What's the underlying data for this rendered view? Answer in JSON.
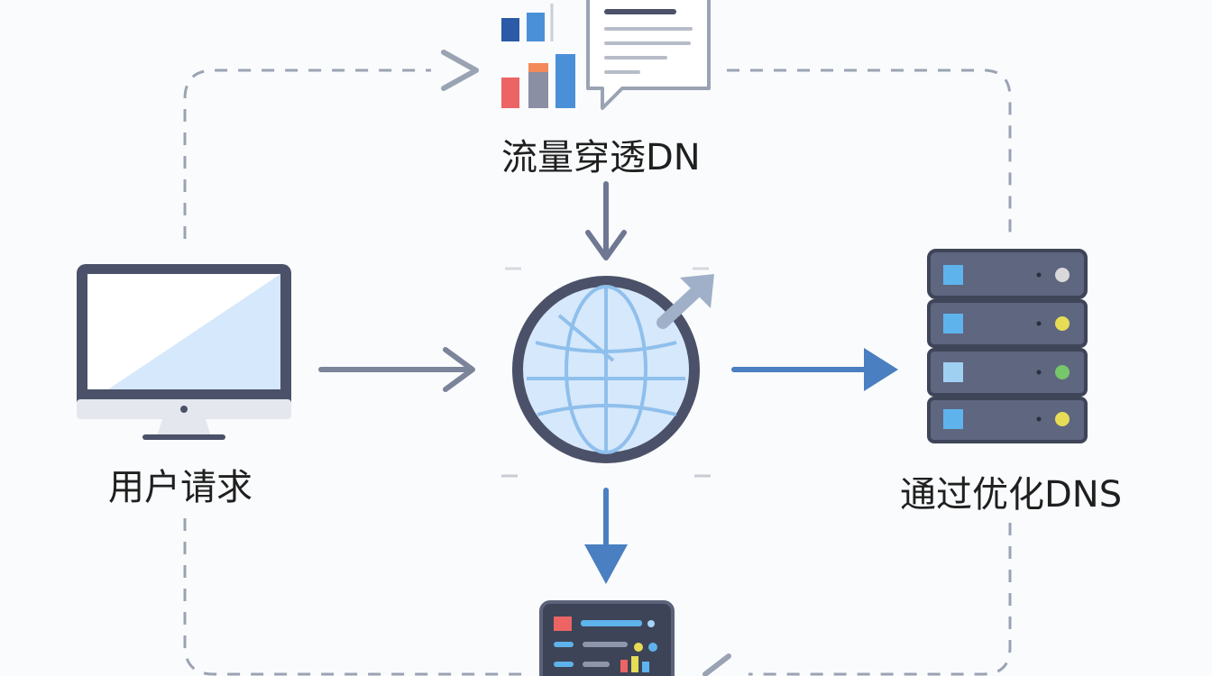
{
  "nodes": {
    "top": {
      "label": "流量穿透DN",
      "icon": "report-chart-icon"
    },
    "left": {
      "label": "用户请求",
      "icon": "monitor-icon"
    },
    "center": {
      "icon": "globe-icon"
    },
    "right": {
      "label": "通过优化DNS",
      "icon": "server-rack-icon"
    },
    "bottom": {
      "icon": "dashboard-icon"
    }
  },
  "colors": {
    "accent_blue": "#4a7fc1",
    "arrow_gray": "#7b8499",
    "dashed_border": "#9aa3b3",
    "dark_frame": "#4b5168",
    "light_blue": "#d6e8fb"
  }
}
